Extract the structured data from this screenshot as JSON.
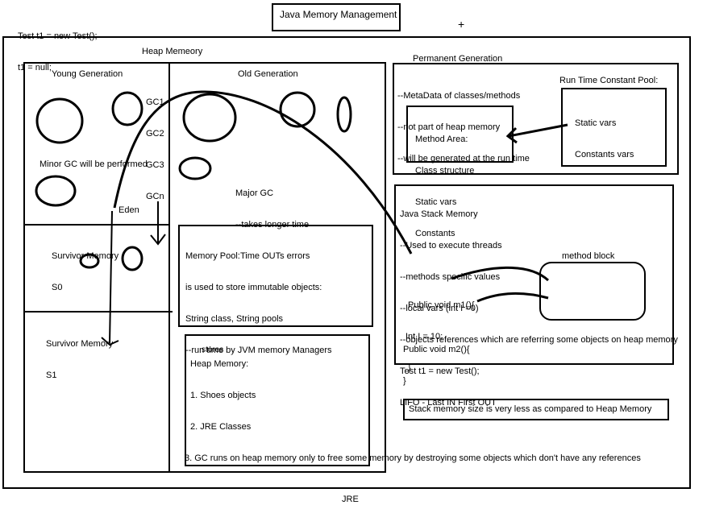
{
  "code_top": [
    "Test t1 = new Test();",
    "t1 = null;"
  ],
  "title": "Java Memory Management",
  "plus_mark": "+",
  "heap": {
    "label": "Heap Memeory",
    "young": {
      "label": "Young Generation",
      "gc_labels": [
        "GC1",
        "GC2",
        "GC3",
        "GCn"
      ],
      "minor_gc": "Minor GC will be performed",
      "eden": "Eden",
      "survivor0": [
        "Survivor Memory",
        "S0"
      ],
      "survivor1": [
        "Survivor Memory",
        "S1"
      ]
    },
    "old": {
      "label": "Old Generation",
      "major_gc": [
        "Major GC",
        "--takes longer time",
        "Time OUTs errors"
      ]
    },
    "memory_pool": [
      "Memory Pool:",
      "is used to store immutable objects:",
      "String class, String pools",
      "--run time by JVM memory Managers"
    ],
    "heap_memory": {
      "lines": [
        "Heap Memory:",
        "1. Shoes objects",
        "2. JRE Classes",
        "3. GC runs on heap memory only to free some memory by destroying some objects which don't have any references"
      ],
      "annotation": "stores"
    }
  },
  "permanent": {
    "label": "Permanent Generation",
    "notes": [
      "--MetaData of classes/methods",
      "--not part of heap memory",
      "--will be generated at the run time"
    ],
    "method_area": [
      "Method Area:",
      "Class structure",
      "Static vars",
      "Constants"
    ],
    "runtime_pool_label": "Run Time Constant Pool:",
    "runtime_pool": [
      "Static vars",
      "Constants vars"
    ]
  },
  "stack": {
    "lines": [
      "Java Stack Memory",
      "--Used to execute threads",
      "--methods specific values",
      "--local vars (int I =0)",
      "--objects references which are referring some objects on heap memory",
      "Test t1 = new Test();",
      "LIFO - Last IN First OUT"
    ],
    "method_block_label": "method block",
    "m1": [
      "Public void m1(){",
      "Int I = 10;",
      "}"
    ],
    "m2": [
      "Public void m2(){",
      "}"
    ]
  },
  "stack_note": "Stack memory size is very less as compared to Heap Memory",
  "bottom_label": "JRE"
}
